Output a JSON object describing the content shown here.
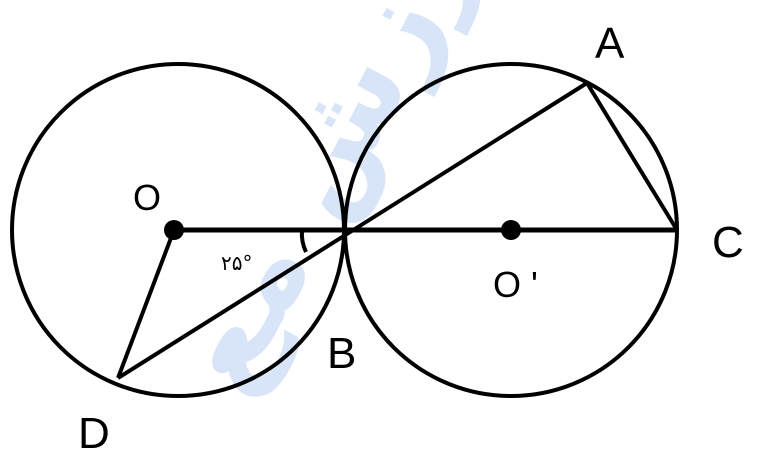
{
  "labels": {
    "A": "A",
    "B": "B",
    "C": "C",
    "D": "D",
    "O": "O",
    "O_prime": "O '",
    "angle": "۲۵°"
  },
  "watermark": "ورزش مع",
  "colors": {
    "ink": "#000000",
    "watermark": "#2f6fdc"
  }
}
